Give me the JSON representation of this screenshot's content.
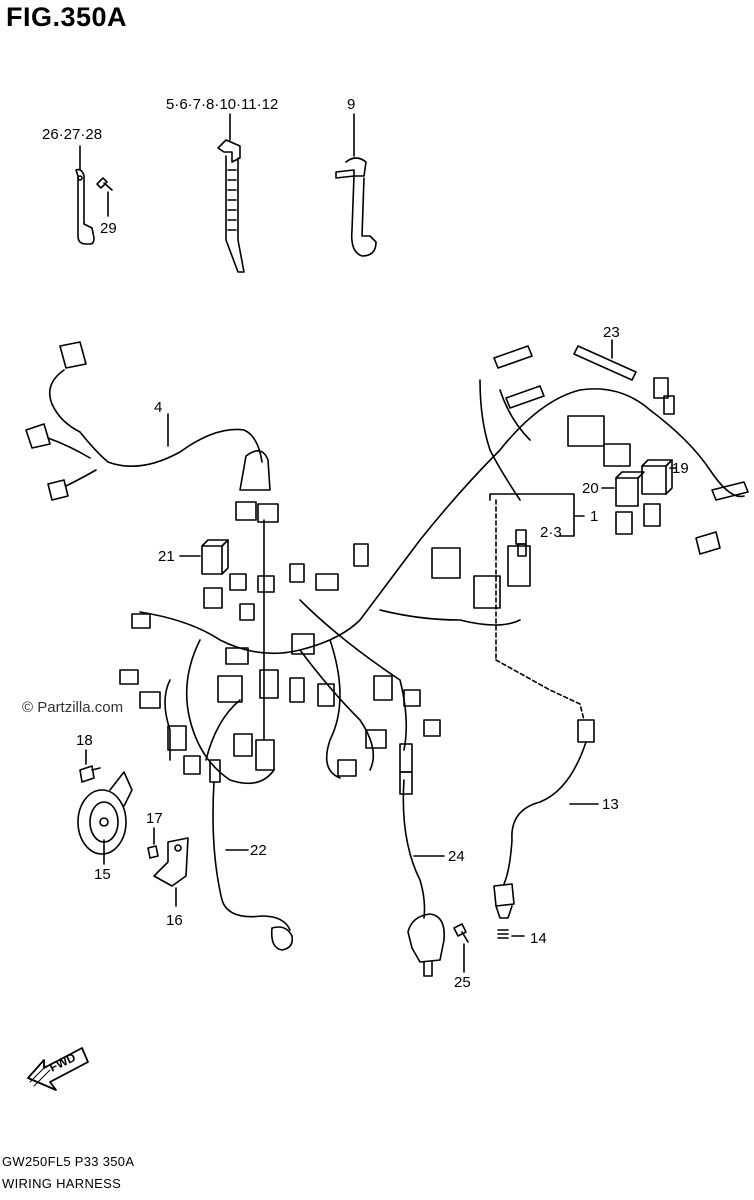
{
  "figure": {
    "title": "FIG.350A",
    "watermark": "© Partzilla.com",
    "footer_code": "GW250FL5  P33  350A",
    "footer_name": "WIRING HARNESS",
    "fwd_label": "FWD"
  },
  "callouts": {
    "c26_27_28": "26·27·28",
    "c29": "29",
    "c5_12": "5·6·7·8·10·11·12",
    "c9": "9",
    "c23": "23",
    "c4": "4",
    "c19": "19",
    "c20": "20",
    "c1": "1",
    "c2_3": "2·3",
    "c21": "21",
    "c18": "18",
    "c13": "13",
    "c17": "17",
    "c22": "22",
    "c24": "24",
    "c15": "15",
    "c16": "16",
    "c14": "14",
    "c25": "25"
  }
}
